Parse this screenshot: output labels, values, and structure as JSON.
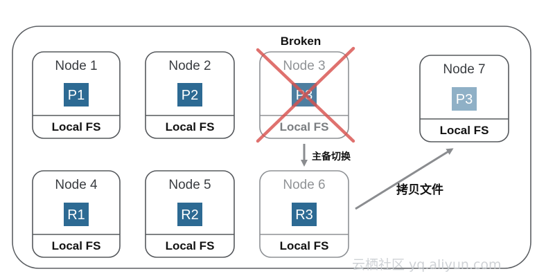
{
  "diagram": {
    "status": "Broken",
    "failover_label": "主备切换",
    "copy_label": "拷贝文件",
    "watermark": "云栖社区 yq.aliyun.com",
    "colors": {
      "partition": "#2d6a93",
      "partition_faded": "#8fb0c6",
      "broken_cross": "#d9534f",
      "arrow": "#8a8c8f"
    },
    "nodes": [
      {
        "id": "node-1",
        "title": "Node 1",
        "partition": "P1",
        "fs": "Local FS",
        "state": "normal"
      },
      {
        "id": "node-2",
        "title": "Node 2",
        "partition": "P2",
        "fs": "Local FS",
        "state": "normal"
      },
      {
        "id": "node-3",
        "title": "Node 3",
        "partition": "P3",
        "fs": "Local FS",
        "state": "broken"
      },
      {
        "id": "node-7",
        "title": "Node 7",
        "partition": "P3",
        "fs": "Local FS",
        "state": "new"
      },
      {
        "id": "node-4",
        "title": "Node 4",
        "partition": "R1",
        "fs": "Local FS",
        "state": "normal"
      },
      {
        "id": "node-5",
        "title": "Node 5",
        "partition": "R2",
        "fs": "Local FS",
        "state": "normal"
      },
      {
        "id": "node-6",
        "title": "Node 6",
        "partition": "R3",
        "fs": "Local FS",
        "state": "standby"
      }
    ]
  }
}
